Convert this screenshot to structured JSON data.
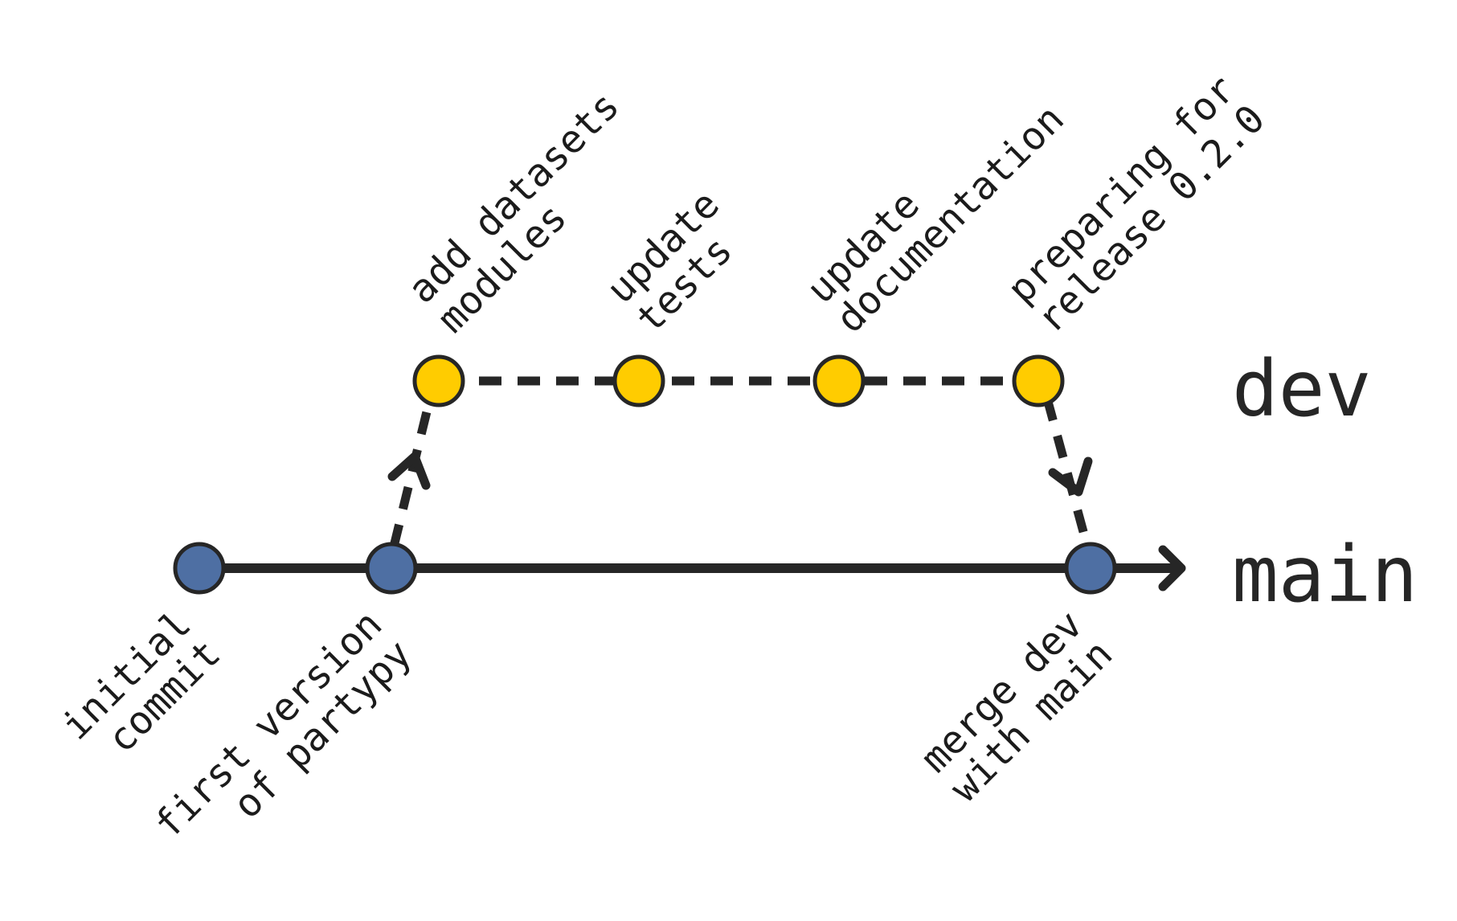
{
  "branches": {
    "main": {
      "label": "main",
      "color": "#4e6fa3"
    },
    "dev": {
      "label": "dev",
      "color": "#ffcc00"
    }
  },
  "commits": {
    "initial": {
      "lines": [
        "initial",
        "commit"
      ],
      "branch": "main"
    },
    "first_version": {
      "lines": [
        "first version",
        "of partypy"
      ],
      "branch": "main"
    },
    "merge": {
      "lines": [
        "merge dev",
        "with main"
      ],
      "branch": "main"
    },
    "add_datasets": {
      "lines": [
        "add datasets",
        "modules"
      ],
      "branch": "dev"
    },
    "update_tests": {
      "lines": [
        "update",
        "tests"
      ],
      "branch": "dev"
    },
    "update_docs": {
      "lines": [
        "update",
        "documentation"
      ],
      "branch": "dev"
    },
    "preparing_release": {
      "lines": [
        "preparing for",
        "release 0.2.0"
      ],
      "branch": "dev"
    }
  },
  "colors": {
    "line": "#262626",
    "main_node": "#4e6fa3",
    "dev_node": "#ffcc00"
  }
}
